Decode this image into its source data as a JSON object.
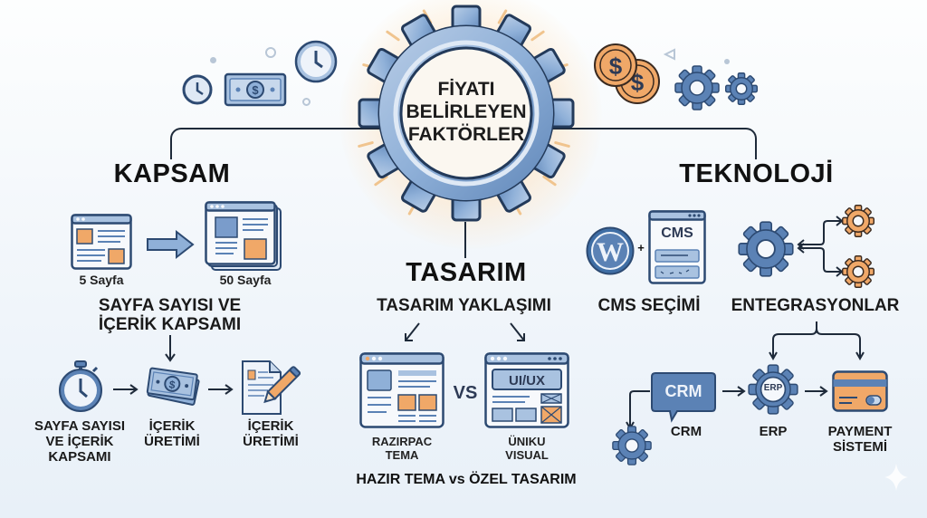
{
  "center": {
    "title_lines": [
      "FİYATI",
      "BELİRLEYEN",
      "FAKTÖRLER"
    ]
  },
  "sections": {
    "kapsam": {
      "title": "KAPSAM",
      "from_label": "5 Sayfa",
      "to_label": "50 Sayfa",
      "subtitle_lines": [
        "SAYFA SAYISI VE",
        "İÇERİK KAPSAMI"
      ],
      "flow": [
        {
          "icon": "stopwatch-icon",
          "label_lines": [
            "SAYFA SAYISI",
            "VE İÇERİK",
            "KAPSAMI"
          ]
        },
        {
          "icon": "money-stack-icon",
          "label_lines": [
            "İÇERİK",
            "ÜRETİMİ"
          ]
        },
        {
          "icon": "document-pencil-icon",
          "label_lines": [
            "İÇERİK",
            "ÜRETİMİ"
          ]
        }
      ]
    },
    "tasarim": {
      "title": "TASARIM",
      "subtitle": "TASARIM YAKLAŞIMI",
      "left_label_lines": [
        "RAZIRPAC",
        "TEMA"
      ],
      "right_label_lines": [
        "ÜNIKU",
        "VISUAL"
      ],
      "vs": "VS",
      "right_banner": "UI/UX",
      "footer": "HAZIR TEMA vs ÖZEL TASARIM"
    },
    "teknoloji": {
      "title": "TEKNOLOJİ",
      "cms": {
        "label": "CMS SEÇİMİ",
        "box_title": "CMS",
        "plus": "+"
      },
      "integrations": {
        "label": "ENTEGRASYONLAR"
      },
      "systems": [
        {
          "badge": "CRM",
          "label_lines": [
            "CRM"
          ]
        },
        {
          "badge": "ERP",
          "label_lines": [
            "ERP"
          ]
        },
        {
          "badge": "",
          "label_lines": [
            "PAYMENT",
            "SİSTEMİ"
          ]
        }
      ]
    }
  },
  "colors": {
    "blue": "#5b82b5",
    "blue_light": "#a9c2e0",
    "blue_dark": "#2d4a72",
    "orange": "#f0a868",
    "outline": "#233a5a",
    "background": "#f3f7fb"
  }
}
